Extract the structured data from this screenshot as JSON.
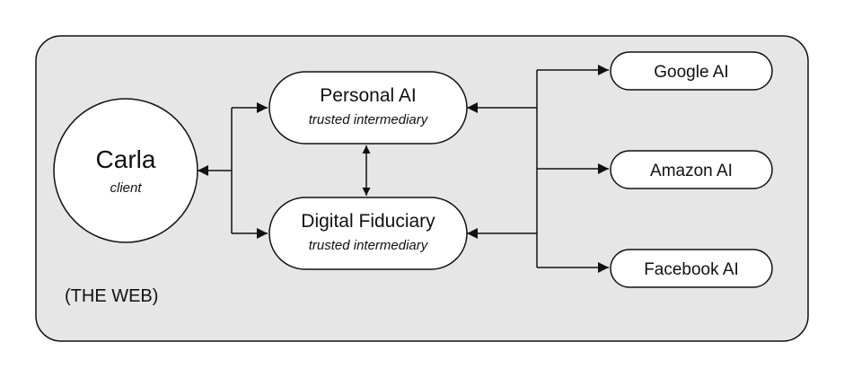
{
  "web": {
    "label": "(THE WEB)",
    "background": "#e6e6e6",
    "stroke": "#111111"
  },
  "client": {
    "name": "Carla",
    "role": "client"
  },
  "intermediaries": [
    {
      "name": "Personal AI",
      "role": "trusted intermediary"
    },
    {
      "name": "Digital Fiduciary",
      "role": "trusted intermediary"
    }
  ],
  "providers": [
    {
      "name": "Google AI"
    },
    {
      "name": "Amazon AI"
    },
    {
      "name": "Facebook AI"
    }
  ],
  "colors": {
    "node_fill": "#ffffff",
    "line": "#111111"
  }
}
